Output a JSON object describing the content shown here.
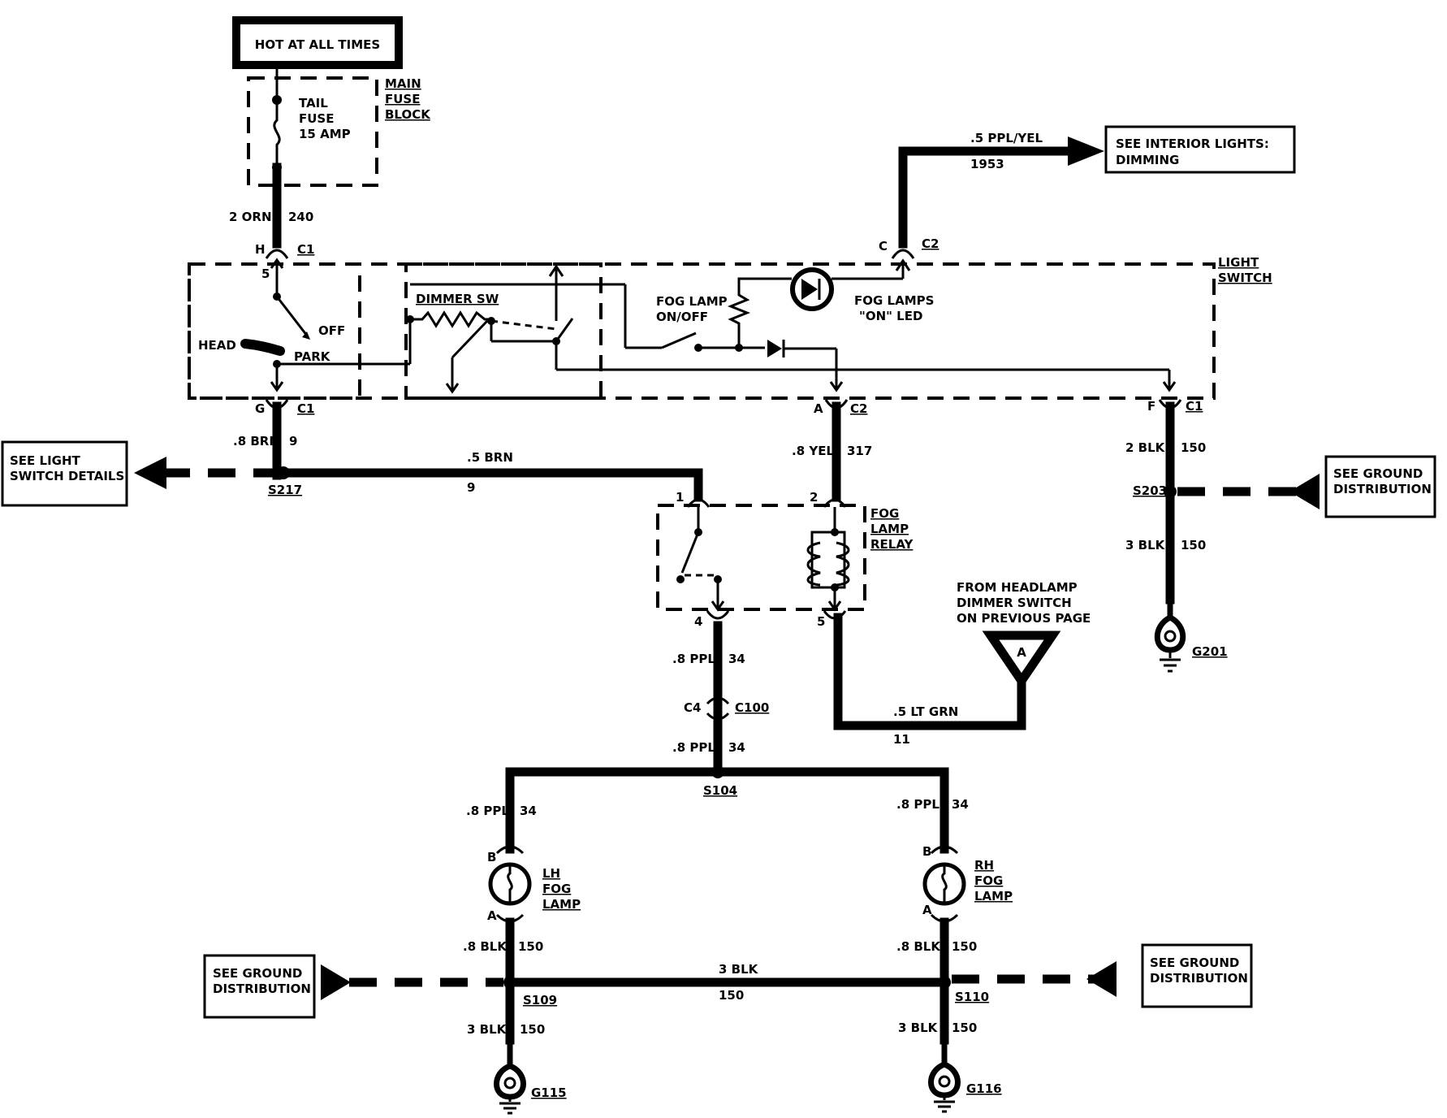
{
  "diagram": {
    "top_box": "HOT AT ALL TIMES",
    "fuse": {
      "l1": "TAIL",
      "l2": "FUSE",
      "l3": "15 AMP"
    },
    "main_fuse_block": {
      "l1": "MAIN",
      "l2": "FUSE",
      "l3": "BLOCK"
    },
    "wires": {
      "w240_size": "2 ORN",
      "w240_circuit": "240",
      "w9_size": ".8 BRN",
      "w9_circuit": "9",
      "w9b_size": ".5 BRN",
      "w9b_circuit": "9",
      "w317_size": ".8 YEL",
      "w317_circuit": "317",
      "w150a_size": "2 BLK",
      "w150a_circuit": "150",
      "w150b_size": "3 BLK",
      "w150b_circuit": "150",
      "w1953_size": ".5 PPL/YEL",
      "w1953_circuit": "1953",
      "w34a_size": ".8 PPL",
      "w34a_circuit": "34",
      "w34b_size": ".8 PPL",
      "w34b_circuit": "34",
      "w34l_size": ".8 PPL",
      "w34l_circuit": "34",
      "w34r_size": ".8 PPL",
      "w34r_circuit": "34",
      "w11_size": ".5 LT GRN",
      "w11_circuit": "11",
      "w150l_size": ".8 BLK",
      "w150l_circuit": "150",
      "w150r_size": ".8 BLK",
      "w150r_circuit": "150",
      "w150g_size": "3 BLK",
      "w150g_circuit": "150",
      "w150gl_size": "3 BLK",
      "w150gl_circuit": "150",
      "w150gr_size": "3 BLK",
      "w150gr_circuit": "150"
    },
    "connectors": {
      "H": "H",
      "C1": "C1",
      "G": "G",
      "five": "5",
      "C": "C",
      "C2": "C2",
      "A": "A",
      "F": "F",
      "p1": "1",
      "p2": "2",
      "p4": "4",
      "p5": "5",
      "C4": "C4",
      "C100": "C100",
      "B_l": "B",
      "A_l": "A",
      "B_r": "B",
      "A_r": "A"
    },
    "splices": {
      "S217": "S217",
      "S203": "S203",
      "S104": "S104",
      "S109": "S109",
      "S110": "S110"
    },
    "grounds": {
      "G201": "G201",
      "G115": "G115",
      "G116": "G116"
    },
    "switch": {
      "head": "HEAD",
      "off": "OFF",
      "park": "PARK",
      "dimmer": "DIMMER SW",
      "foglamp1": "FOG LAMP",
      "foglamp2": "ON/OFF",
      "led1": "FOG LAMPS",
      "led2": "\"ON\" LED",
      "light1": "LIGHT",
      "light2": "SWITCH"
    },
    "relay": {
      "l1": "FOG",
      "l2": "LAMP",
      "l3": "RELAY"
    },
    "lamps": {
      "lh1": "LH",
      "lh2": "FOG",
      "lh3": "LAMP",
      "rh1": "RH",
      "rh2": "FOG",
      "rh3": "LAMP"
    },
    "refs": {
      "interior1": "SEE INTERIOR LIGHTS:",
      "interior2": "DIMMING",
      "lightsw1": "SEE LIGHT",
      "lightsw2": "SWITCH DETAILS",
      "ground_r1": "SEE GROUND",
      "ground_r2": "DISTRIBUTION",
      "ground_l1": "SEE GROUND",
      "ground_l2": "DISTRIBUTION",
      "ground_b1": "SEE GROUND",
      "ground_b2": "DISTRIBUTION",
      "headlamp1": "FROM HEADLAMP",
      "headlamp2": "DIMMER SWITCH",
      "headlamp3": "ON PREVIOUS PAGE",
      "A_tri": "A"
    }
  }
}
